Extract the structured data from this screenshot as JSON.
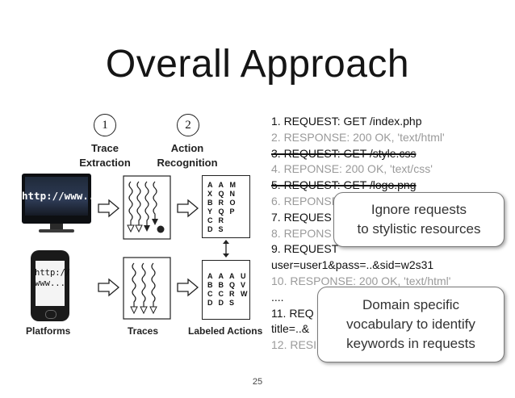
{
  "title": "Overall Approach",
  "steps": [
    {
      "num": "1",
      "label_line1": "Trace",
      "label_line2": "Extraction"
    },
    {
      "num": "2",
      "label_line1": "Action",
      "label_line2": "Recognition"
    }
  ],
  "platforms": {
    "monitor_text": "http://www...",
    "phone_line1": "http://",
    "phone_line2": "www..."
  },
  "captions": {
    "platforms": "Platforms",
    "traces": "Traces",
    "labeled_actions": "Labeled Actions"
  },
  "top_actions_grid": [
    [
      "A",
      "A",
      "M"
    ],
    [
      "X",
      "Q",
      "N"
    ],
    [
      "B",
      "R",
      "O"
    ],
    [
      "Y",
      "Q",
      "P"
    ],
    [
      "C",
      "R",
      ""
    ],
    [
      "D",
      "S",
      ""
    ]
  ],
  "bottom_actions_grid": [
    [
      "A",
      "A",
      "A",
      "U"
    ],
    [
      "B",
      "B",
      "Q",
      "V"
    ],
    [
      "C",
      "C",
      "R",
      "W"
    ],
    [
      "D",
      "D",
      "S",
      ""
    ]
  ],
  "log_lines": [
    "1. REQUEST: GET /index.php",
    "2. RESPONSE: 200 OK, 'text/html'",
    "3. REQUEST: GET /style.css",
    "4. REPONSE: 200 OK, 'text/css'",
    "5. REQUEST: GET /logo.png",
    "6. REPONSE",
    "7. REQUES",
    "8. REPONS",
    "9. REQUEST",
    "user=user1&pass=..&sid=w2s31",
    "10. RESPONSE: 200 OK, 'text/html'",
    "....",
    "11. REQ",
    "title=..&",
    "12. RESI"
  ],
  "callouts": {
    "ignore_line1": "Ignore requests",
    "ignore_line2": "to stylistic resources",
    "domain_line1": "Domain specific",
    "domain_line2": "vocabulary to identify",
    "domain_line3": "keywords in requests"
  },
  "page_number": "25"
}
